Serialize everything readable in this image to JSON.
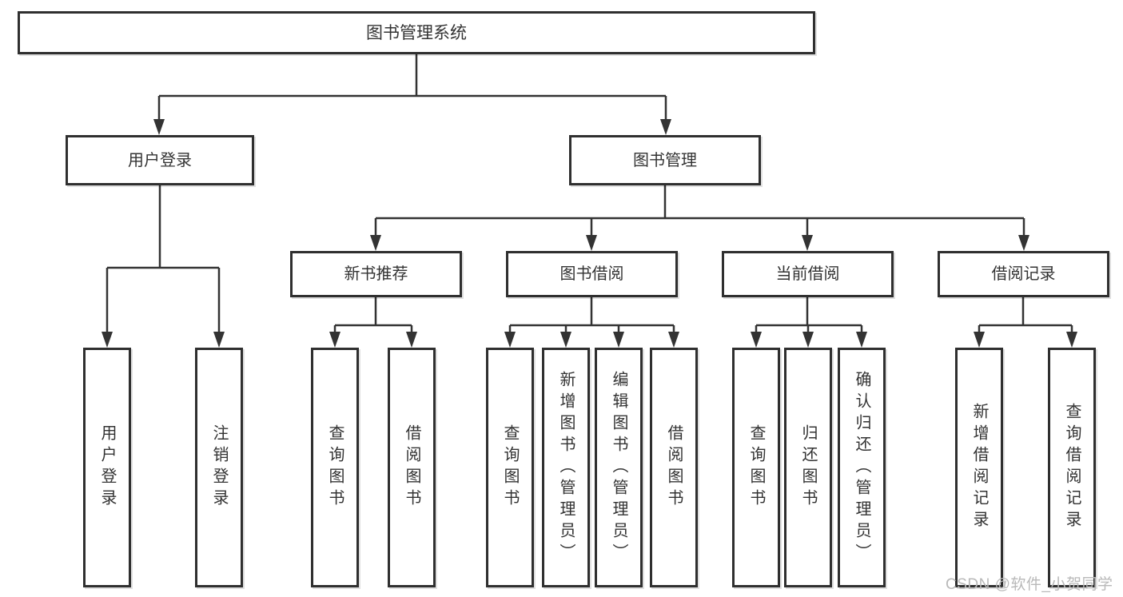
{
  "tree": {
    "label": "图书管理系统",
    "children": [
      {
        "label": "用户登录",
        "children": [
          {
            "label": "用户登录"
          },
          {
            "label": "注销登录"
          }
        ]
      },
      {
        "label": "图书管理",
        "children": [
          {
            "label": "新书推荐",
            "children": [
              {
                "label": "查询图书"
              },
              {
                "label": "借阅图书"
              }
            ]
          },
          {
            "label": "图书借阅",
            "children": [
              {
                "label": "查询图书"
              },
              {
                "label": "新增图书（管理员）"
              },
              {
                "label": "编辑图书（管理员）"
              },
              {
                "label": "借阅图书"
              }
            ]
          },
          {
            "label": "当前借阅",
            "children": [
              {
                "label": "查询图书"
              },
              {
                "label": "归还图书"
              },
              {
                "label": "确认归还（管理员）"
              }
            ]
          },
          {
            "label": "借阅记录",
            "children": [
              {
                "label": "新增借阅记录"
              },
              {
                "label": "查询借阅记录"
              }
            ]
          }
        ]
      }
    ]
  },
  "watermark": "CSDN @软件_小贺同学",
  "colors": {
    "line": "#333333",
    "box_border": "#2f2f2f",
    "text": "#333333",
    "background": "#ffffff",
    "watermark": "#b9b9b9"
  }
}
